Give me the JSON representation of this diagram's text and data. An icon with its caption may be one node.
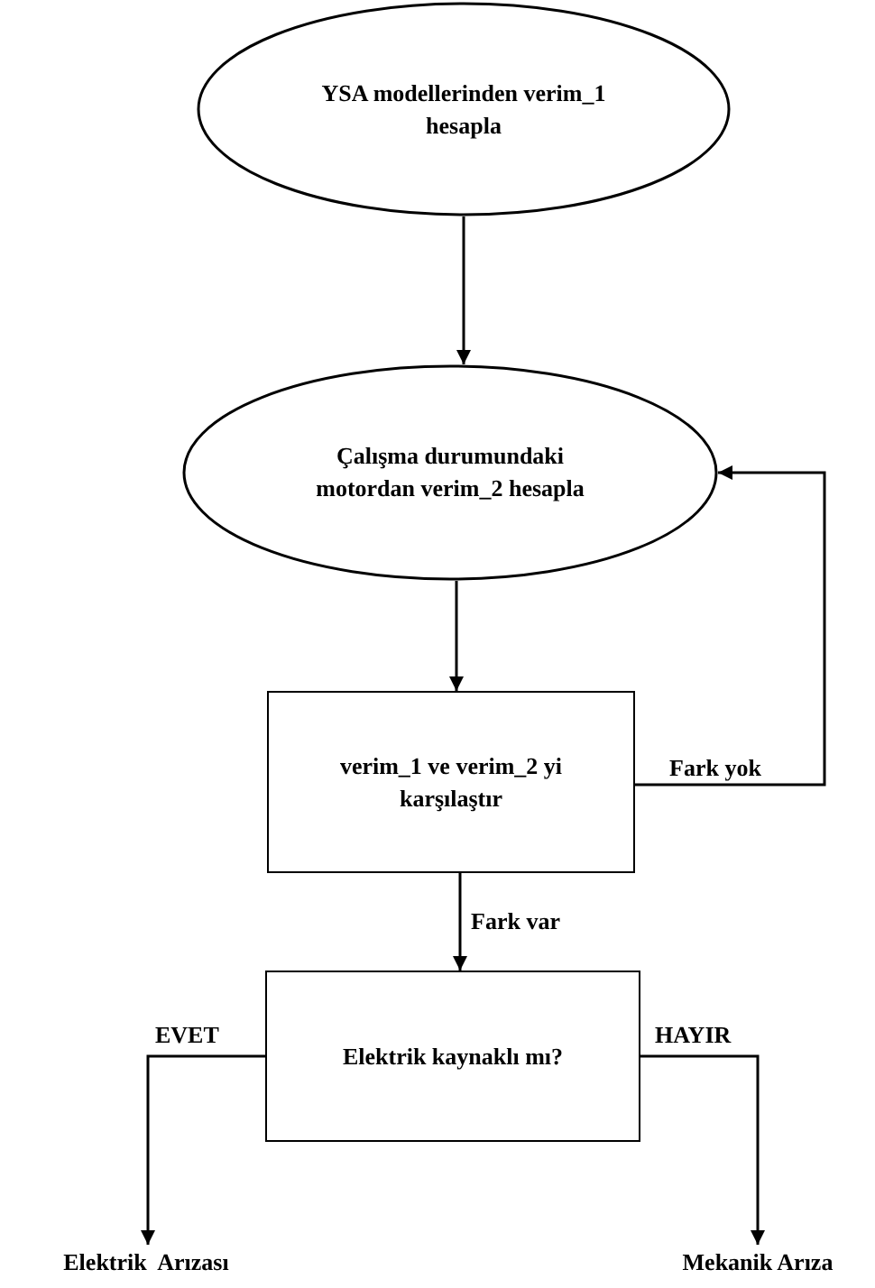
{
  "diagram": {
    "nodes": [
      {
        "text": [
          "YSA modellerinden verim_1 hesapla"
        ]
      },
      {
        "text": [
          "Çalışma durumundaki motordan verim_2 hesapla"
        ]
      },
      {
        "text": [
          "verim_1 ve verim_2 yi karşılaştır"
        ]
      },
      {
        "text": [
          "Elektrik kaynaklı mı?"
        ]
      },
      {
        "text": [
          "Elektrik  Arızası"
        ]
      },
      {
        "text": [
          "Mekanik Arıza"
        ]
      }
    ],
    "edges": [
      {
        "from": 0,
        "to": 1,
        "arrow": "to"
      },
      {
        "from": 1,
        "to": 2,
        "arrow": "to"
      },
      {
        "from": 2,
        "to": 1,
        "arrow": "to",
        "label": "Fark yok"
      },
      {
        "from": 2,
        "to": 3,
        "arrow": "to",
        "label": "Fark var"
      },
      {
        "from": 3,
        "to": 4,
        "arrow": "to",
        "label": "EVET"
      },
      {
        "from": 3,
        "to": 5,
        "arrow": "to",
        "label": "HAYIR"
      }
    ]
  }
}
